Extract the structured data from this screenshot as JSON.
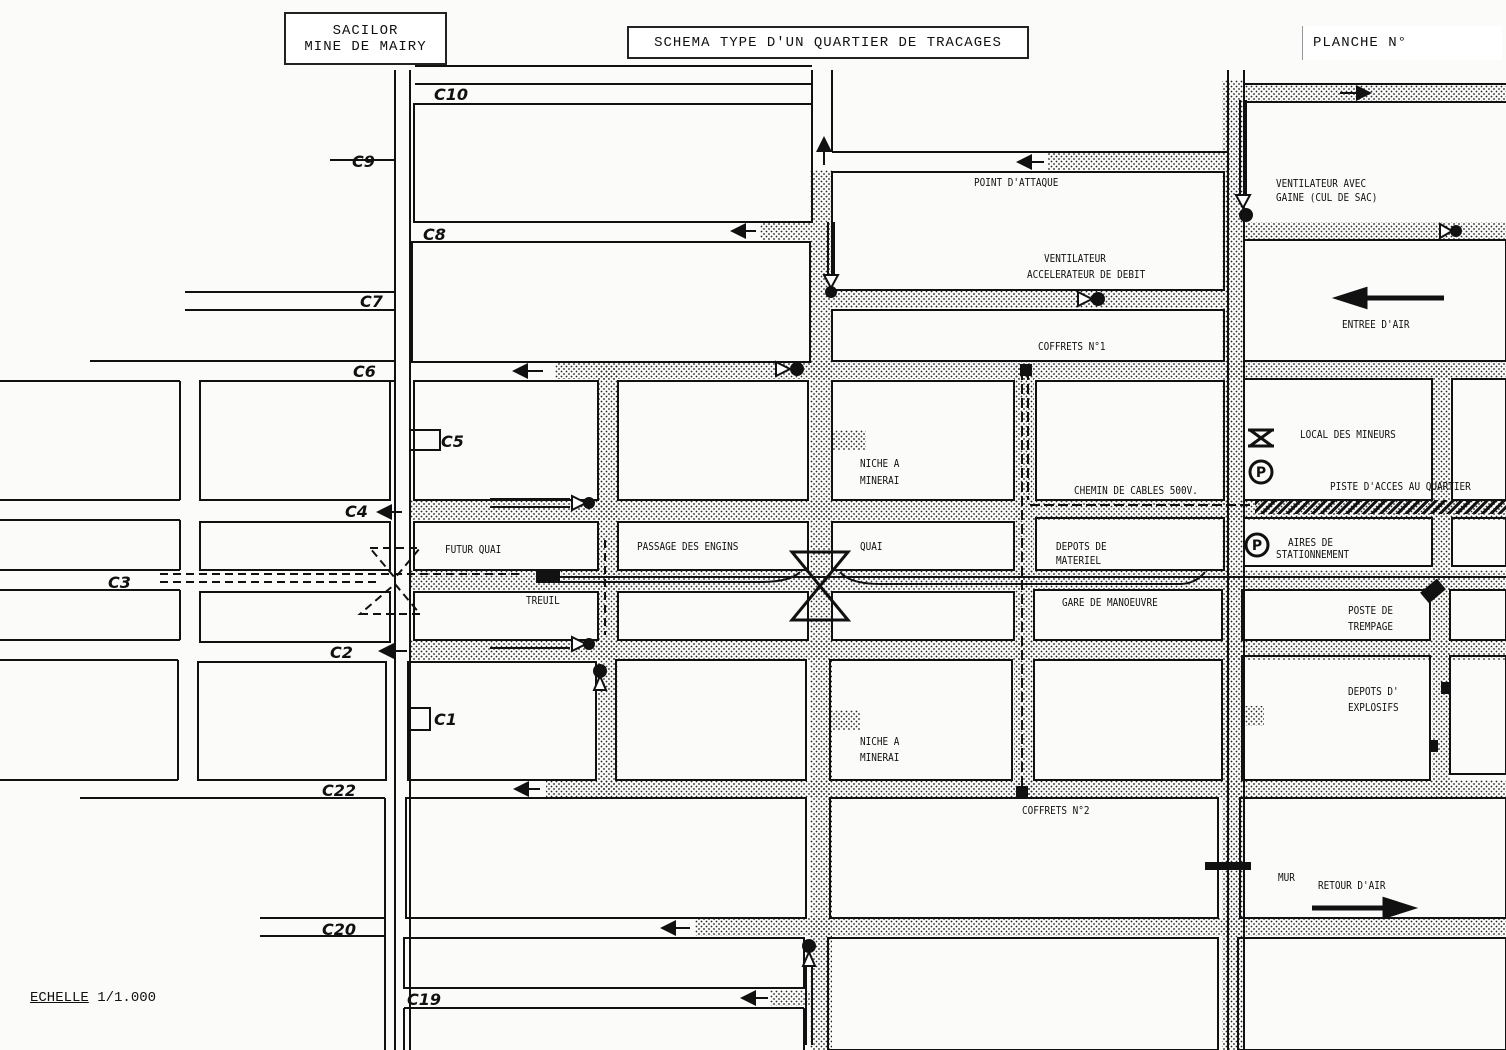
{
  "header": {
    "company_line1": "SACILOR",
    "company_line2": "MINE DE MAIRY",
    "title": "SCHEMA TYPE D'UN QUARTIER DE TRACAGES",
    "plate": "PLANCHE N°"
  },
  "scale_label": "ECHELLE",
  "scale_value": "1/1.000",
  "galleries": {
    "c10": "C10",
    "c9": "C9",
    "c8": "C8",
    "c7": "C7",
    "c6": "C6",
    "c5": "C5",
    "c4": "C4",
    "c3": "C3",
    "c2": "C2",
    "c1": "C1",
    "c22": "C22",
    "c20": "C20",
    "c19": "C19"
  },
  "labels": {
    "point_attaque": "POINT D'ATTAQUE",
    "ventilateur_gaine_1": "VENTILATEUR AVEC",
    "ventilateur_gaine_2": "GAINE (CUL DE SAC)",
    "ventilateur_acc_1": "VENTILATEUR",
    "ventilateur_acc_2": "ACCELERATEUR DE DEBIT",
    "entree_air": "ENTREE D'AIR",
    "coffrets_1": "COFFRETS N°1",
    "local_mineurs": "LOCAL DES MINEURS",
    "niche_1a": "NICHE A",
    "niche_1b": "MINERAI",
    "chemin_cables": "CHEMIN DE CABLES 500V.",
    "piste": "PISTE D'ACCES AU QUARTIER",
    "futur_quai": "FUTUR QUAI",
    "passage": "PASSAGE DES ENGINS",
    "quai": "QUAI",
    "depots_mat_1": "DEPOTS DE",
    "depots_mat_2": "MATERIEL",
    "aires_1": "AIRES DE",
    "aires_2": "STATIONNEMENT",
    "treuil": "TREUIL",
    "gare": "GARE DE MANOEUVRE",
    "poste_1": "POSTE DE",
    "poste_2": "TREMPAGE",
    "depots_exp_1": "DEPOTS D'",
    "depots_exp_2": "EXPLOSIFS",
    "niche_2a": "NICHE A",
    "niche_2b": "MINERAI",
    "coffrets_2": "COFFRETS N°2",
    "mur": "MUR",
    "retour_air": "RETOUR D'AIR"
  },
  "icons": {
    "parking": "P",
    "mineurs": "local-mineurs-icon",
    "fan": "fan-icon",
    "airlock": "airlock-icon"
  }
}
